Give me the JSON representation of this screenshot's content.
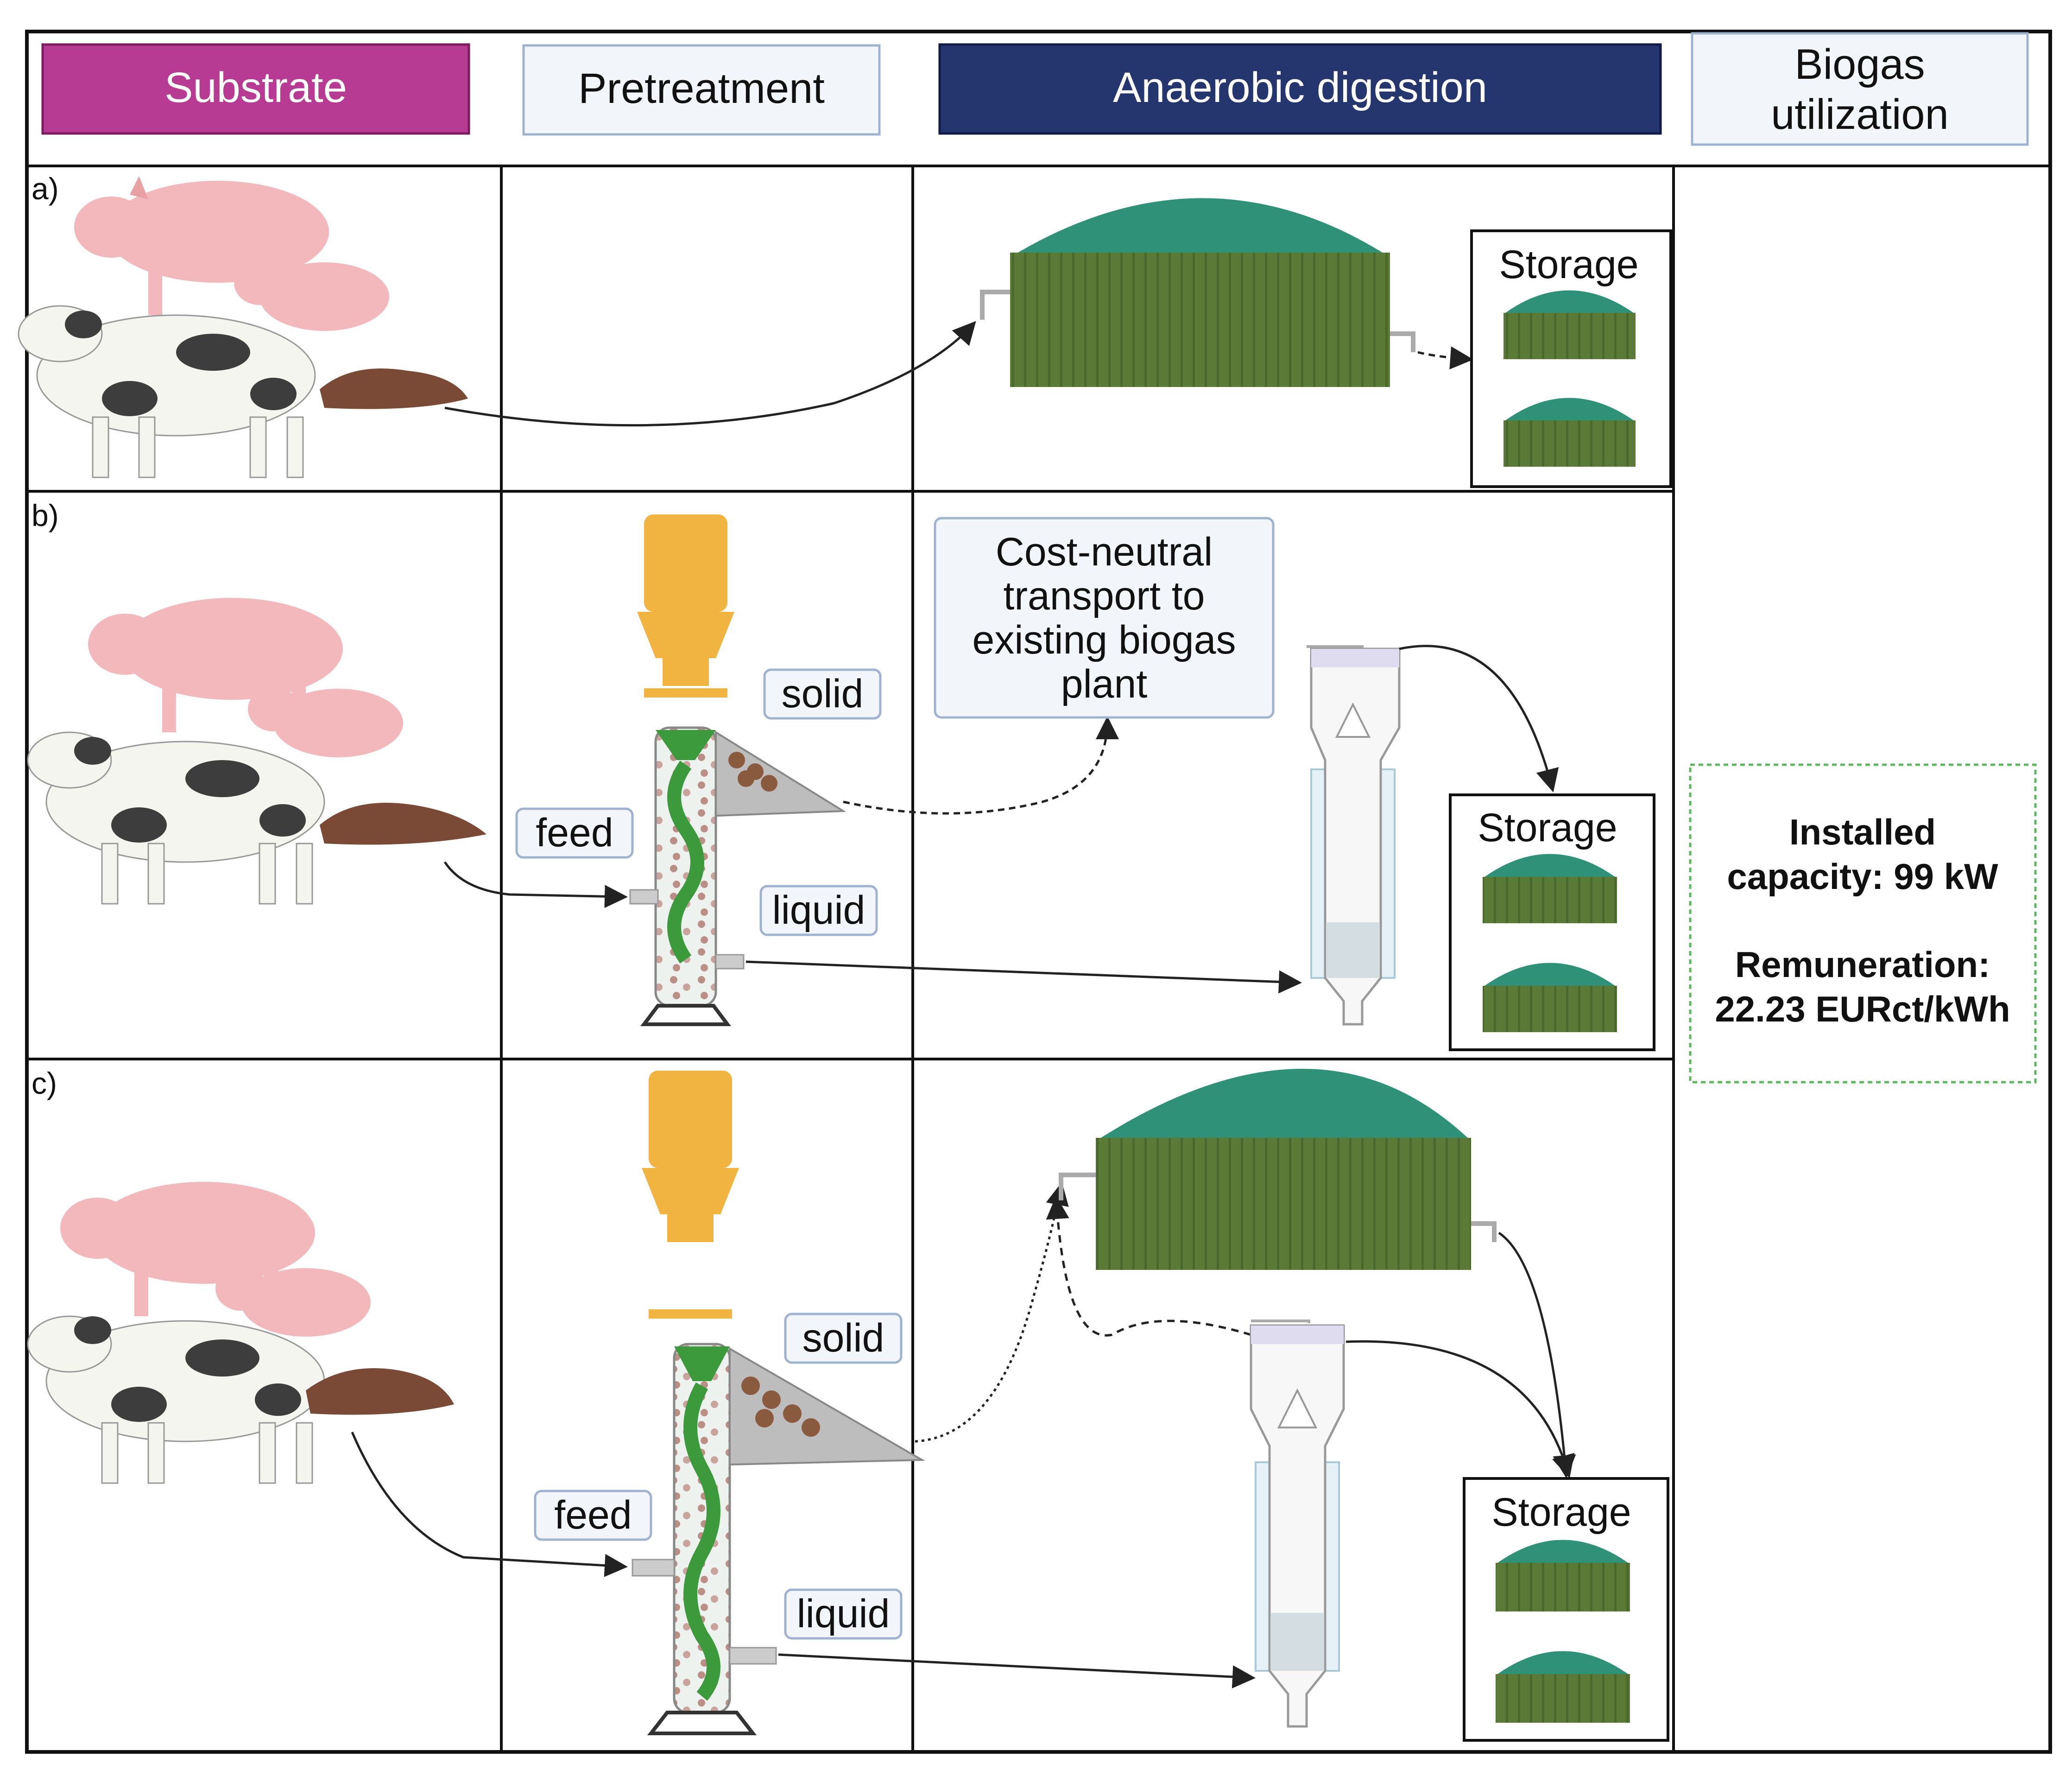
{
  "header": {
    "substrate": "Substrate",
    "pretreatment": "Pretreatment",
    "anaerobic_digestion": "Anaerobic digestion",
    "biogas_utilization_line1": "Biogas",
    "biogas_utilization_line2": "utilization"
  },
  "colors": {
    "substrate": "#b73a93",
    "digestion": "#25356e",
    "pale_box": "#f2f6fa",
    "pale_border": "#9fb2cf",
    "dome": "#2e9178",
    "tank": "#5b7a37",
    "dotted_green": "#5cb85c"
  },
  "rows": {
    "a": {
      "letter": "a)",
      "storage": "Storage"
    },
    "b": {
      "letter": "b)",
      "solid": "solid",
      "feed": "feed",
      "liquid": "liquid",
      "transport_line1": "Cost-neutral",
      "transport_line2": "transport to",
      "transport_line3": "existing biogas",
      "transport_line4": "plant",
      "storage": "Storage"
    },
    "c": {
      "letter": "c)",
      "solid": "solid",
      "feed": "feed",
      "liquid": "liquid",
      "storage": "Storage"
    }
  },
  "utilization": {
    "capacity_line1": "Installed",
    "capacity_line2": "capacity: 99 kW",
    "remuneration_line1": "Remuneration:",
    "remuneration_line2": "22.23 EURct/kWh"
  }
}
